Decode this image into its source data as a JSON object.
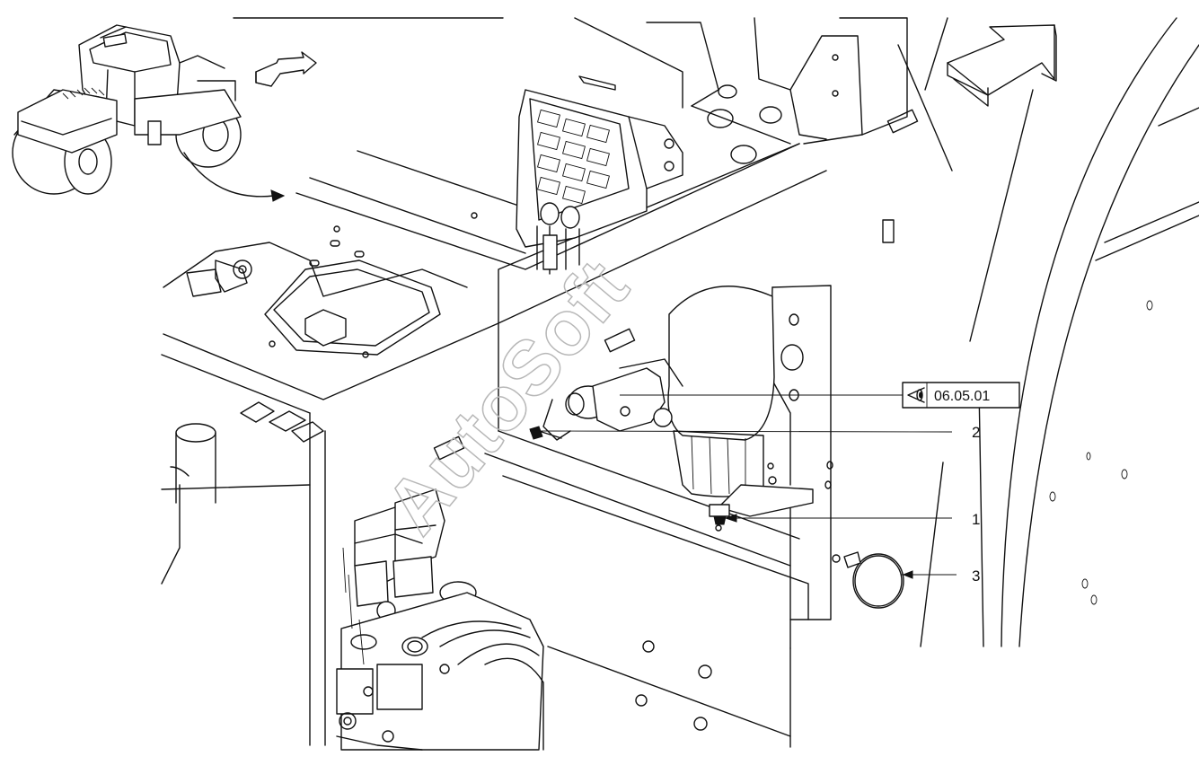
{
  "watermark": "AutoSoft",
  "reference_box": {
    "icon": "eye-view-icon",
    "label": "06.05.01"
  },
  "callouts": [
    {
      "label": "2"
    },
    {
      "label": "1"
    },
    {
      "label": "3"
    }
  ]
}
